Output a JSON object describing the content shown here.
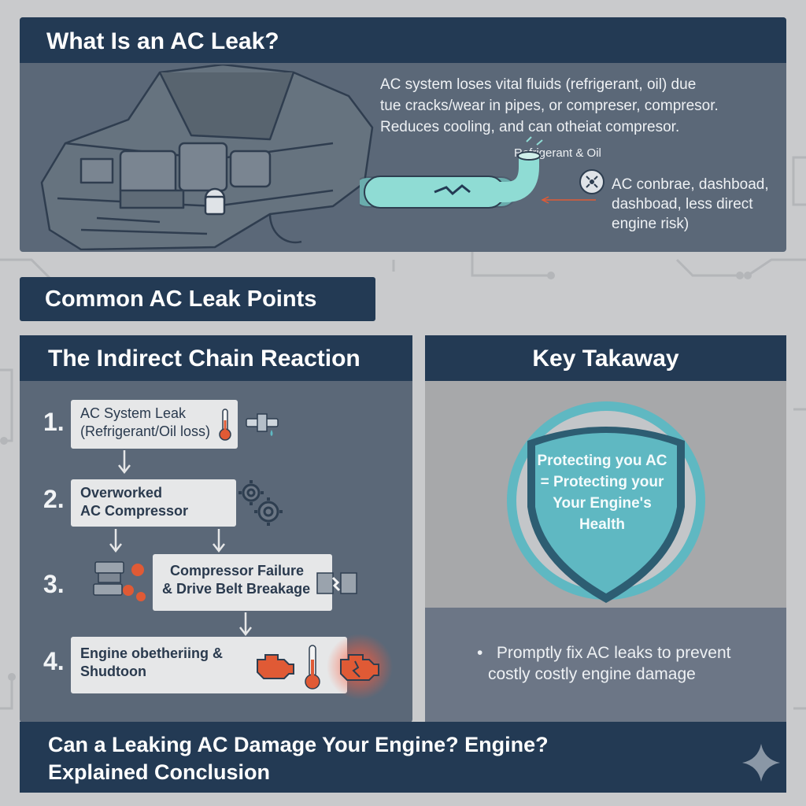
{
  "section_what": {
    "title": "What Is an AC Leak?",
    "description": [
      "AC system loses vital fluids (refrigerant, oil) due",
      "tue cracks/wear in pipes, or compreser, compresor.",
      "Reduces cooling, and can otheiat compresor."
    ],
    "pipe_label": "Refrigerant & Oil",
    "effect": [
      "AC conbrae, dashboad,",
      "dashboad, less direct",
      "engine risk)"
    ],
    "icons": [
      "car-engine-bay-icon",
      "cracked-pipe-icon",
      "virus-icon"
    ]
  },
  "section_points": {
    "title": "Common AC Leak Points"
  },
  "section_chain": {
    "title": "The Indirect Chain Reaction",
    "steps": [
      {
        "number": "1.",
        "lines": [
          "AC System Leak",
          "(Refrigerant/Oil loss)"
        ]
      },
      {
        "number": "2.",
        "lines": [
          "Overworked",
          "AC Compressor"
        ]
      },
      {
        "number": "3.",
        "lines": [
          "Compressor Failure",
          "& Drive Belt Breakage"
        ]
      },
      {
        "number": "4.",
        "lines": [
          "Engine obetheriing &",
          "Shudtoon"
        ]
      }
    ],
    "icons": [
      "thermometer-icon",
      "pipe-drip-icon",
      "gears-icon",
      "engine-parts-icon",
      "broken-belt-icon",
      "check-engine-icon",
      "hot-thermometer-icon",
      "overheating-engine-icon"
    ]
  },
  "section_takeaway": {
    "title": "Key Takaway",
    "shield_lines": [
      "Protecting you  AC",
      "= Protecting your",
      "Your Engine's",
      "Health"
    ],
    "bullet_lines": [
      "Promptly fix AC leaks to prevent",
      "costly costly engine damage"
    ]
  },
  "footer": {
    "line1": "Can a Leaking AC Damage Your Engine? Engine?",
    "line2": "Explained Conclusion"
  },
  "colors": {
    "header_navy": "#233a54",
    "panel_slate": "#5b6878",
    "pipe_teal": "#7fd3cc",
    "shield_teal": "#5fb8c2",
    "alert_orange": "#e05a35",
    "background": "#c9cacc"
  }
}
